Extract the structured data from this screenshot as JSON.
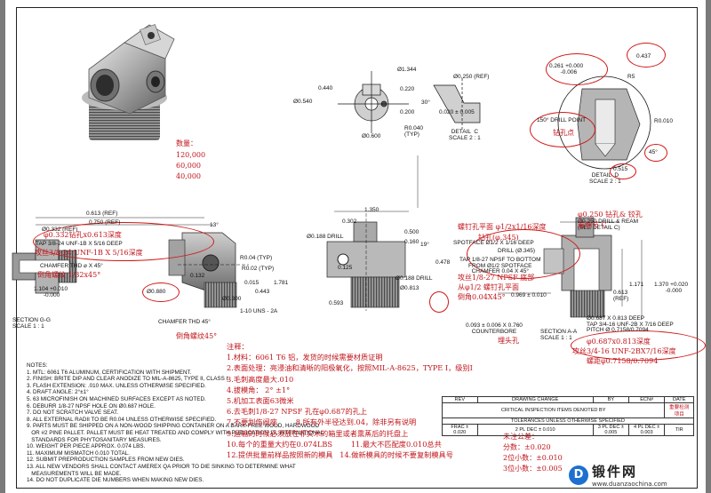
{
  "dims": {
    "d1344": "Ø1.344",
    "d0440": "0.440",
    "d0220": "0.220",
    "d0540": "Ø0.540",
    "d0200": "0.200",
    "d0600": "Ø0.600",
    "r0040": "R0.040\n(TYP)",
    "d0250": "Ø0.250 (REF)",
    "d0020": "0.020 ± 0.005",
    "a30": "30°",
    "detailC": "DETAIL  C\nSCALE 2 : 1",
    "d0437": "0.437",
    "d0261": "0.261 +0.000\n       -0.006",
    "r5": "R5",
    "r0010": "R0.010",
    "drill150": "150° DRILL POINT",
    "d0515": "0.515",
    "a45": "45°",
    "detailD": "DETAIL  D\nSCALE 2 : 1",
    "d0613": "0.613 (REF)",
    "d0750": "0.750 (REF)",
    "d0332": "Ø0.332 (REF)",
    "tapG": "TAP 3/8-24 UNF-1B X 5/16 DEEP",
    "chamfer": "CHAMFER THD ⌀ X 45°",
    "d1104": "1.104 +0.010\n      -0.000",
    "d0880": "Ø0.880",
    "sectionG": "SECTION G-G\nSCALE 1 : 1",
    "d13": "13°",
    "r004": "R0.04 (TYP)",
    "r002": "R0.02 (TYP)",
    "d0132": "0.132",
    "d0015": "0.015",
    "d0443": "0.443",
    "d1781": "1.781",
    "d0300": "Ø0.300",
    "chamfer45": "CHAMFER THD 45°",
    "unsTap": "1-10 UNS - 2A",
    "d1350": "1.350",
    "d0302": "0.302",
    "d0500": "0.500",
    "d0160": "0.160",
    "d0188": "Ø0.188 DRILL",
    "a19": "19°",
    "d0478": "0.478",
    "d0125": "0.125",
    "d0813": "Ø0.813",
    "d0593": "0.593",
    "spotA": "SPOTFACE Ø1/2 X 1/16 DEEP",
    "drill345": "DRILL (Ø.345)",
    "tapA": "TAP 1/8-27 NPSF TO BOTTOM\nFROM Ø1/2 SPOTFACE\nCHAMFER 0.04 X 45°",
    "d0250b": "Ø0.250 DRILL & REAM\n(SEE DETAIL C)",
    "d0969": "0.969 ± 0.010",
    "d0613b": "0.613\n(REF)",
    "d1171": "1.171",
    "d1370": "1.370 +0.020\n       -0.000",
    "counter": "0.093 ± 0.006 X 0.760\nCOUNTERBORE",
    "tapA2": "Ø0.687 X 0.813 DEEP\nTAP 3/4-16 UNF-2B X 7/16 DEEP\nPITCH Ø 0.7158/0.7094",
    "sectionA": "SECTION A-A\nSCALE 1 : 1",
    "d0188b": "Ø0.188 DRILL"
  },
  "annotations_cn": {
    "qty_label": "数量：",
    "qty1": "120,000",
    "qty2": "60,000",
    "qty3": "40,000",
    "drillpoint": "钻孔点",
    "g1": "φ0.332钻孔x0.613深度",
    "g2": "攻丝3/8-24 UNF-1B X 5/16深度",
    "g3": "倒角螺纹 1/32x45°",
    "thread45": "倒角螺纹45°",
    "a1": "螺钉孔平面 φ1/2x1/16深度",
    "a2": "钻孔(φ.345)",
    "a3": "攻丝1/8-27 NPSF 底部",
    "a4": "从φ1/2 螺钉孔平面",
    "a5": "倒角0.04X45°",
    "ream1": "φ0.250 钻孔& 铰孔",
    "ream2": "看细节 C",
    "cb": "埋头孔",
    "a6": "φ0.687x0.813深度",
    "a7": "攻丝3/4-16 UNF-2BX7/16深度",
    "a8": "螺距φ0.7158/0.7094"
  },
  "notes_en": [
    "NOTES:",
    "1. MTL: 6061 T6 ALUMINUM, CERTIFICATION WITH SHIPMENT.",
    "2. FINISH: BRITE DIP AND CLEAR ANODIZE TO MIL-A-8625, TYPE II, CLASS I.",
    "3. FLASH EXTENSION: .010 MAX. UNLESS OTHERWISE SPECIFIED.",
    "4. DRAFT ANGLE: 2°±1°",
    "5. 63 MICROFINISH ON MACHINED SURFACES EXCEPT AS NOTED.",
    "6. DEBURR 1/8-27 NPSF HOLE ON Ø0.687 HOLE.",
    "7. DO NOT SCRATCH VALVE SEAT.",
    "8. ALL EXTERNAL RADII TO BE R0.04 UNLESS OTHERWISE SPECIFIED.",
    "9. PARTS MUST BE SHIPPED ON A NON-WOOD SHIPPING CONTAINER ON A BARK-FREE WOOD, HARDWOOD",
    "   OR #2 PINE PALLET. PALLET MUST BE HEAT TREATED AND COMPLY WITH PUBLICATION 15, INTERNATIONAL",
    "   STANDARDS FOR PHYTOSANITARY MEASURES.",
    "10. WEIGHT PER PIECE APPROX. 0.074 LBS.",
    "11. MAXIMUM MISMATCH 0.010 TOTAL.",
    "12. SUBMIT PREPRODUCTION SAMPLES FROM NEW DIES.",
    "13. ALL NEW VENDORS SHALL CONTACT AMEREX QA PRIOR TO DIE SINKING TO DETERMINE WHAT",
    "   MEASUREMENTS WILL BE MADE.",
    "14. DO NOT DUPLICATE DIE NUMBERS WHEN MAKING NEW DIES."
  ],
  "notes_cn": [
    "注释：",
    "1.材料：6061 T6 铝，发货的时候需要材质证明",
    "2.表面处理：亮浸油和清晰的阳极氧化，按照MIL-A-8625，TYPE I，级别I",
    "3.毛刺高度最大.010",
    "4.拔模角： 2° ±1°",
    "5.机加工表面63微米",
    "6.去毛刺1/8-27 NPSF 孔在φ0.687的孔上",
    "7.不要划伤阀座        8.所有外半径达到.04，除非另有说明",
    "9.运输的时候必须放在非实木的箱里或者熏蒸后的托盘上",
    "10.每个的重量大约在0.074LBS        11.最大不匹配度0.010总共",
    "12.提供批量前样品按照新的模具   14.做新模具的时候不要复制模具号"
  ],
  "tolerance_cn": [
    "未注公差：",
    "分数：±0.020",
    "2位小数：±0.010",
    "3位小数：±0.005"
  ],
  "title_block": {
    "rev": "REV",
    "drawing_change": "DRAWING CHANGE",
    "by": "BY",
    "ecn": "ECN#",
    "date": "DATE",
    "critical": "CRITICAL INSPECTION ITEMS DENOTED BY",
    "tol": "TOLERANCES UNLESS OTHERWISE SPECIFIED",
    "frac": "FRAC ± 0.020",
    "two": "2 PL DEC ± 0.010",
    "three": "3 PL DEC ± 0.005",
    "angle": "4 PL DEC ± 0.003",
    "tir": "TIR",
    "key": "重要检测项目"
  },
  "brand": {
    "name": "锻件网",
    "url": "www.duanzaochina.com"
  }
}
